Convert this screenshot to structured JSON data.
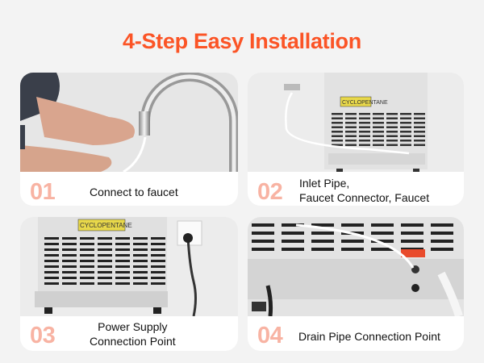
{
  "title": "4-Step Easy Installation",
  "steps": [
    {
      "number": "01",
      "caption_lines": [
        "Connect to faucet"
      ]
    },
    {
      "number": "02",
      "caption_lines": [
        "Inlet Pipe,",
        "Faucet Connector, Faucet"
      ]
    },
    {
      "number": "03",
      "caption_lines": [
        "Power Supply",
        "Connection Point"
      ]
    },
    {
      "number": "04",
      "caption_lines": [
        "Drain Pipe Connection Point"
      ]
    }
  ],
  "labels": {
    "sticker": "CYCLOPENTANE"
  },
  "colors": {
    "title": "#fb5426",
    "number": "#f8b3a3",
    "background": "#f3f3f3"
  }
}
